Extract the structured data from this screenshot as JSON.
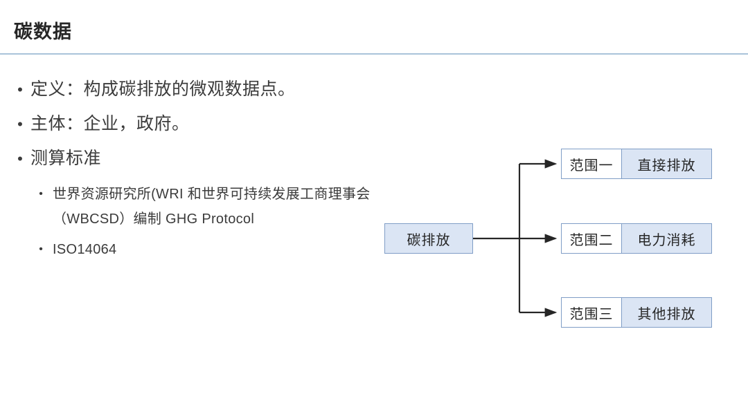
{
  "slide": {
    "title": "碳数据",
    "accent_color": "#a9c3da",
    "text_color": "#3b3b3b",
    "background": "#ffffff"
  },
  "content": {
    "bullet_marker": "•",
    "items": [
      {
        "text": "定义：构成碳排放的微观数据点。",
        "children": []
      },
      {
        "text": "主体：企业，政府。",
        "children": []
      },
      {
        "text": "测算标准",
        "children": [
          {
            "text": "世界资源研究所(WRI 和世界可持续发展工商理事会（WBCSD）编制 GHG Protocol"
          },
          {
            "text": "ISO14064"
          }
        ]
      }
    ]
  },
  "diagram": {
    "type": "tree",
    "source": {
      "label": "碳排放"
    },
    "box_fill": "#dbe5f4",
    "box_border": "#7f9dc6",
    "connector_color": "#262626",
    "branches": [
      {
        "scope": "范围一",
        "value": "直接排放"
      },
      {
        "scope": "范围二",
        "value": "电力消耗"
      },
      {
        "scope": "范围三",
        "value": "其他排放"
      }
    ]
  }
}
